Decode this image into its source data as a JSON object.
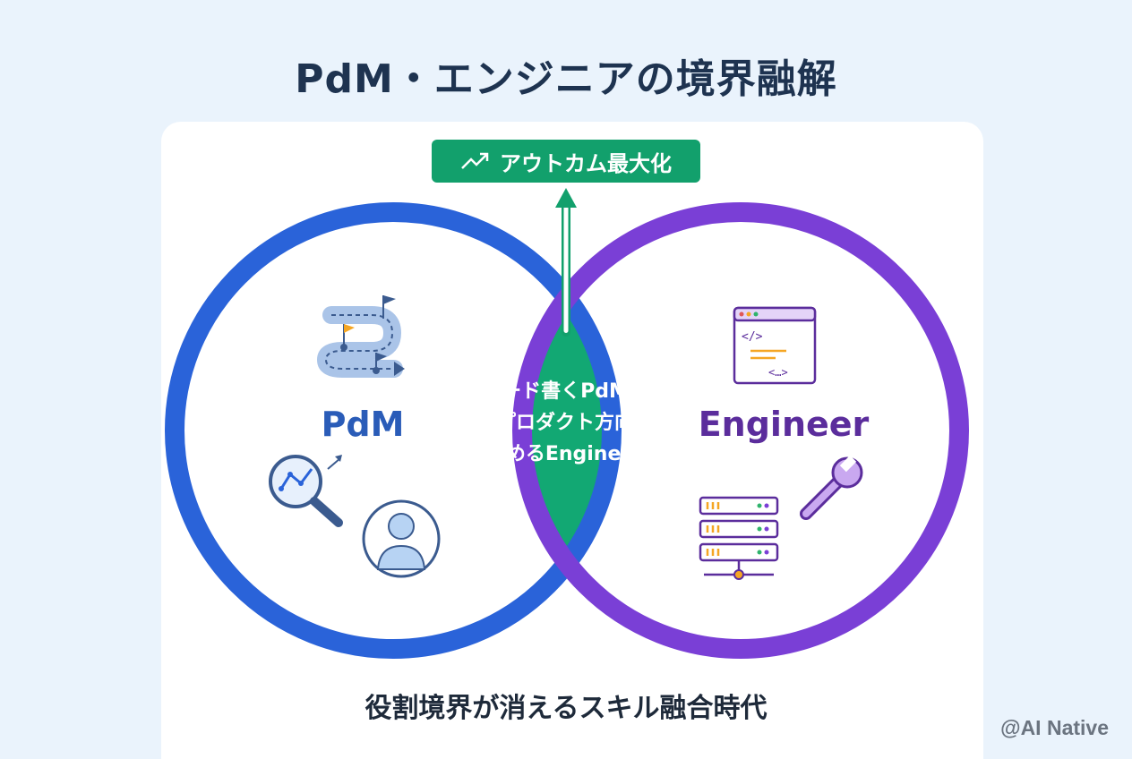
{
  "title": "PdM・エンジニアの境界融解",
  "badge": {
    "label": "アウトカム最大化",
    "icon": "trend-up-icon"
  },
  "left": {
    "label": "PdM",
    "color": "#2a63d9",
    "icons": [
      "roadmap-icon",
      "analytics-magnifier-icon",
      "user-avatar-icon"
    ]
  },
  "right": {
    "label": "Engineer",
    "color": "#7a3fd6",
    "icons": [
      "code-window-icon",
      "wrench-icon",
      "server-rack-icon"
    ]
  },
  "overlap": {
    "lines": [
      "コード書くPdM・",
      "プロダクト方向",
      "決めるEngineer"
    ],
    "color": "#12a873"
  },
  "caption": "役割境界が消えるスキル融合時代",
  "watermark": "@AI Native"
}
